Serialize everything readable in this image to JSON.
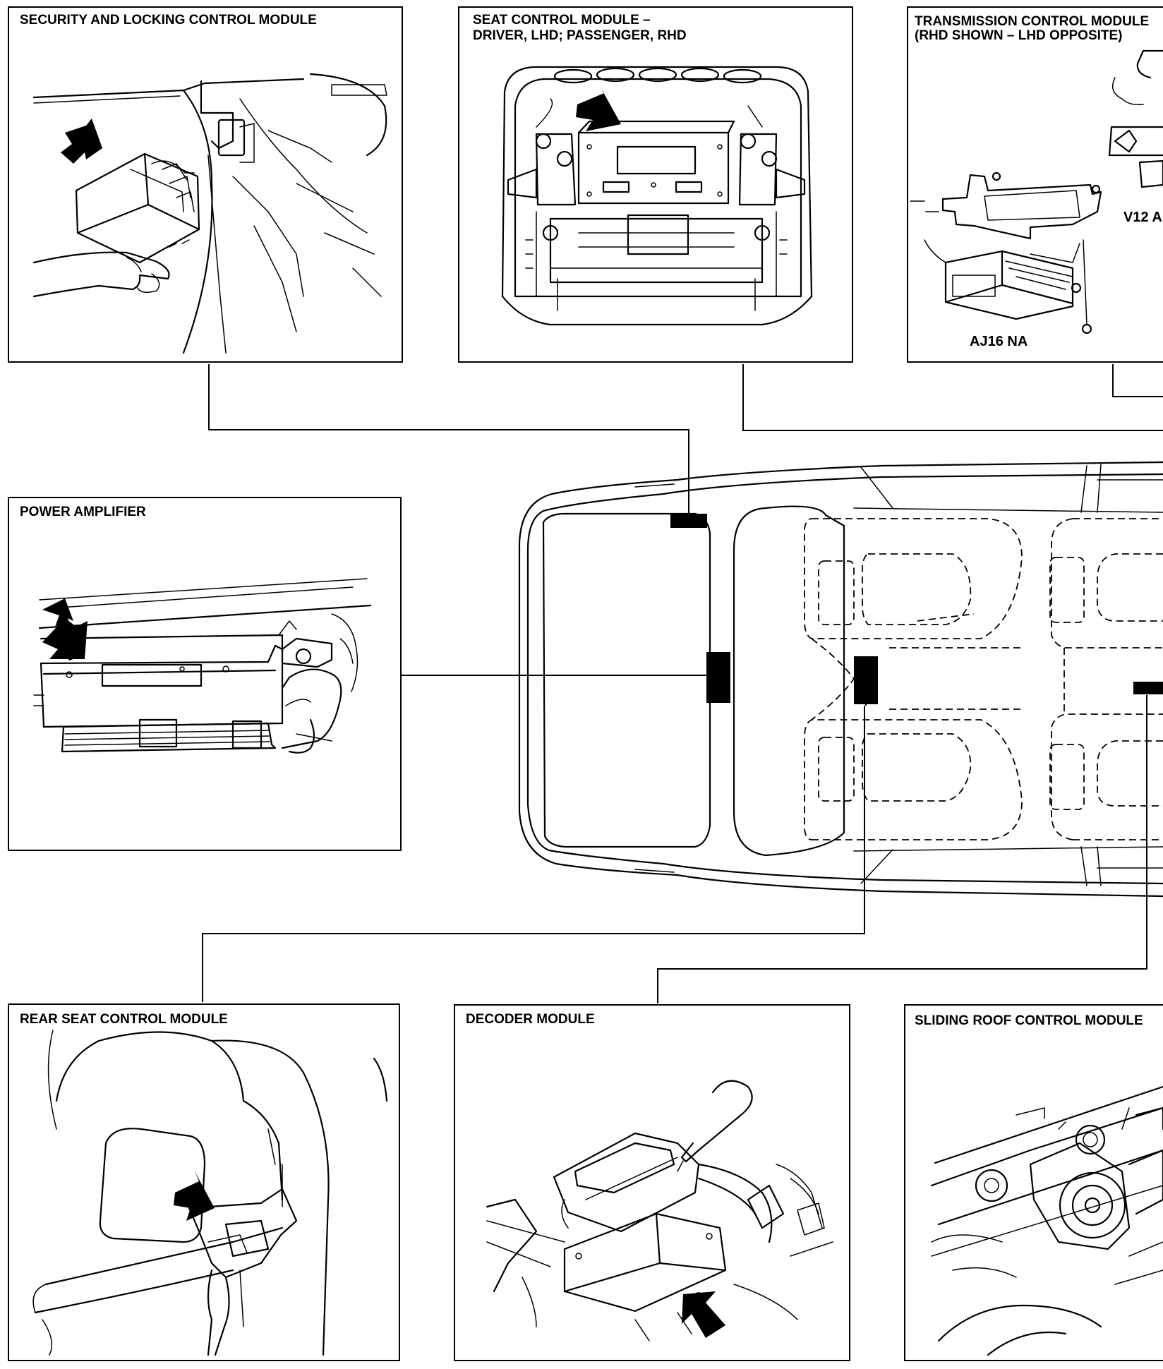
{
  "panels": {
    "security": {
      "title": "SECURITY AND LOCKING CONTROL MODULE"
    },
    "seat": {
      "title_line1": "SEAT CONTROL MODULE –",
      "title_line2": "DRIVER, LHD; PASSENGER, RHD"
    },
    "transmission": {
      "title_line1": "TRANSMISSION CONTROL MODULE",
      "title_line2": "(RHD SHOWN – LHD OPPOSITE)",
      "label_v12": "V12 A",
      "label_aj16": "AJ16 NA"
    },
    "amplifier": {
      "title": "POWER AMPLIFIER"
    },
    "rear_seat": {
      "title": "REAR SEAT CONTROL MODULE"
    },
    "decoder": {
      "title": "DECODER MODULE"
    },
    "sliding_roof": {
      "title": "SLIDING ROOF CONTROL MODULE"
    }
  },
  "icons": [
    "pointer-arrow-icon",
    "module-location-marker-icon"
  ],
  "colors": {
    "line": "#000000",
    "background": "#ffffff"
  }
}
